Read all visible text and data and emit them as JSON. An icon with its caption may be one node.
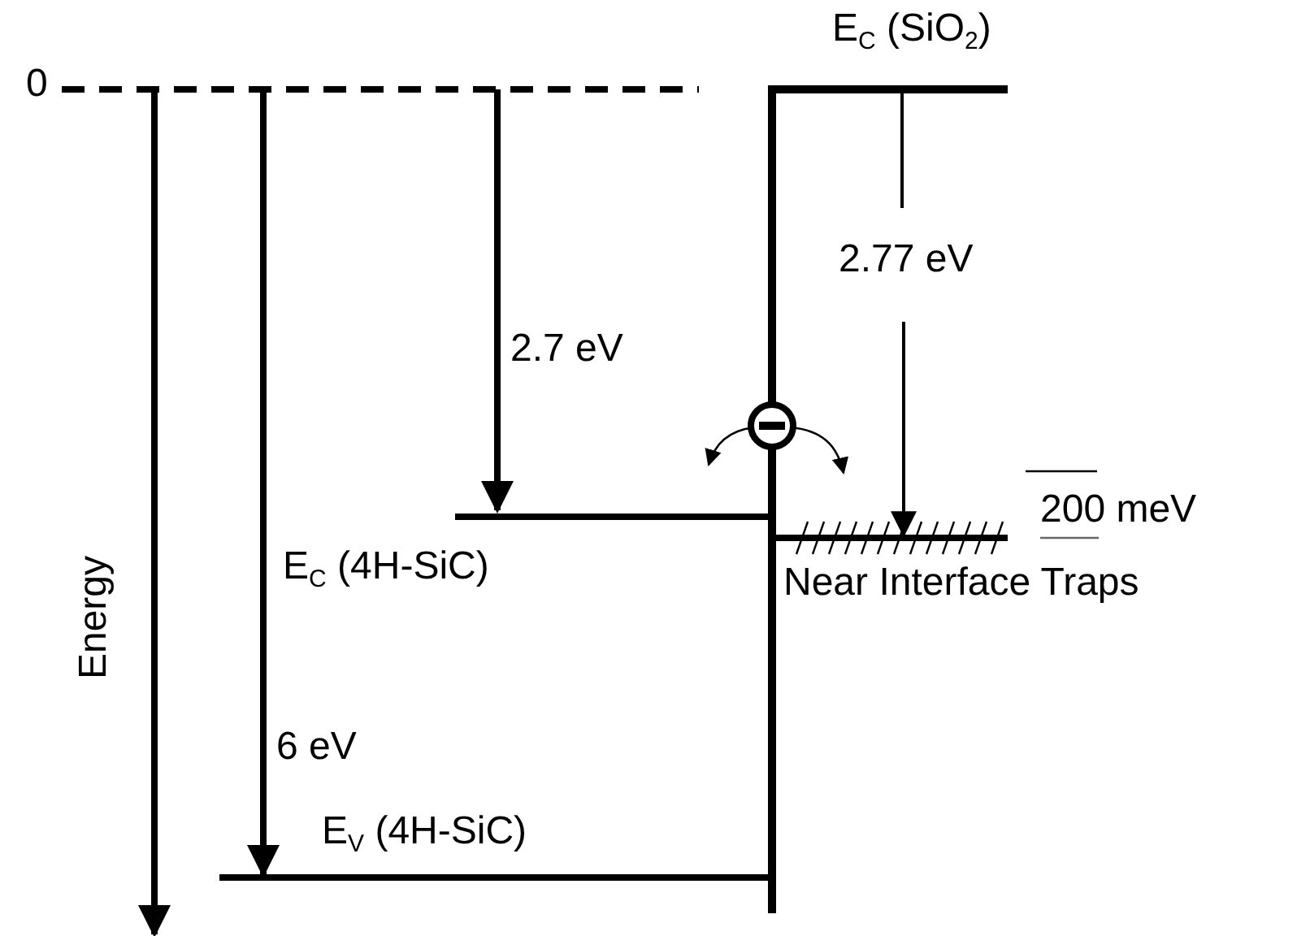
{
  "diagram": {
    "labels": [
      "0",
      "E$_{C}$ (SiO$_{2}$)",
      "2.77 eV",
      "2.7 eV",
      "200 meV",
      "E$_{C}$ (4H-SiC)",
      "Near Interface Traps",
      "Energy",
      "6 eV",
      "E$_{V}$ (4H-SiC)"
    ]
  }
}
